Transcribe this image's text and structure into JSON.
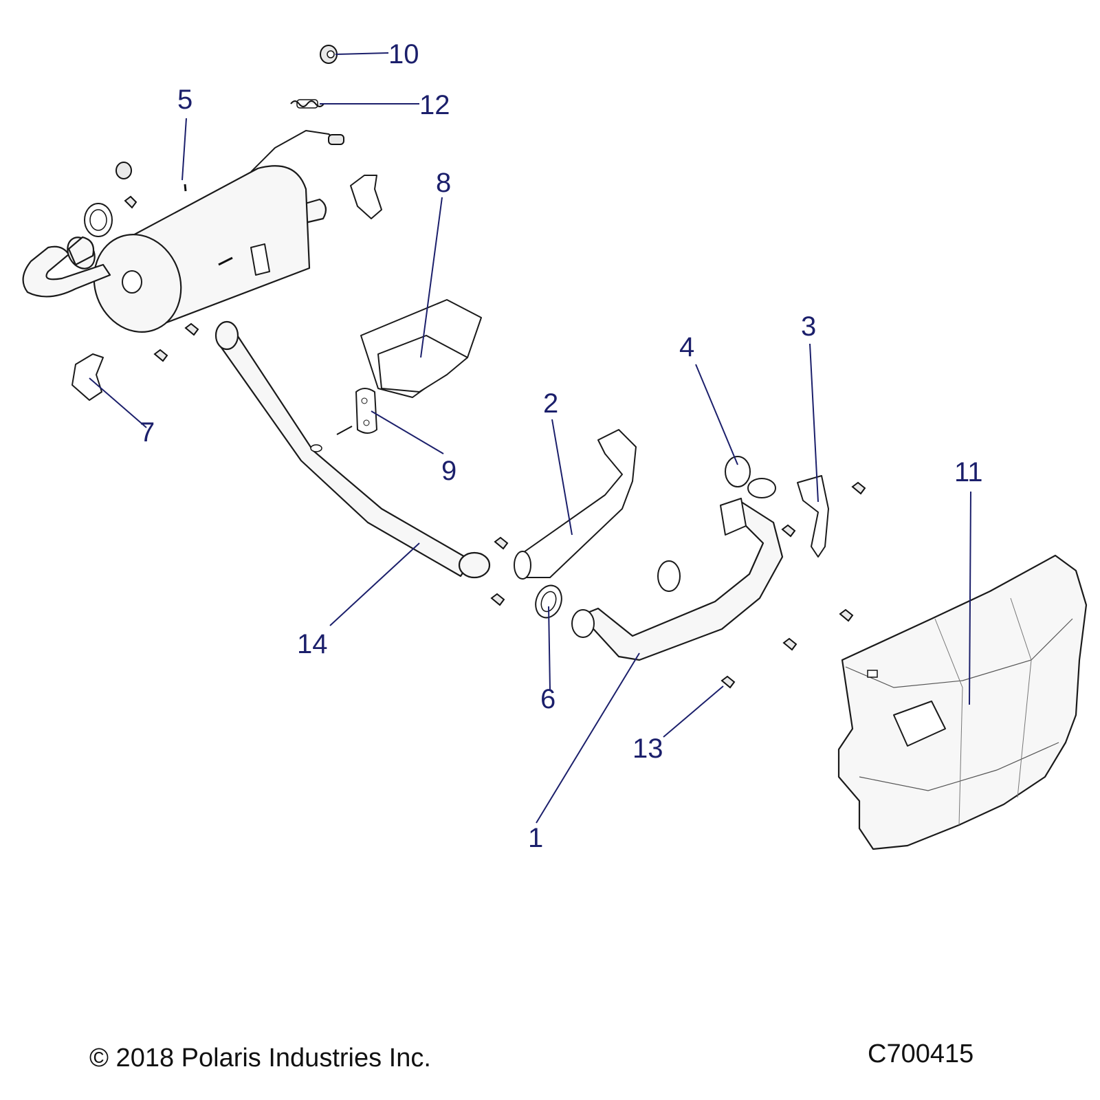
{
  "callouts": {
    "c1": "1",
    "c2": "2",
    "c3": "3",
    "c4": "4",
    "c5": "5",
    "c6": "6",
    "c7": "7",
    "c8": "8",
    "c9": "9",
    "c10": "10",
    "c11": "11",
    "c12": "12",
    "c13": "13",
    "c14": "14"
  },
  "footer": {
    "copyright": "© 2018 Polaris Industries Inc.",
    "drawing_id": "C700415"
  },
  "colors": {
    "callout_text": "#1b1f6b",
    "line_art": "#1a1a1a",
    "background": "#ffffff"
  }
}
